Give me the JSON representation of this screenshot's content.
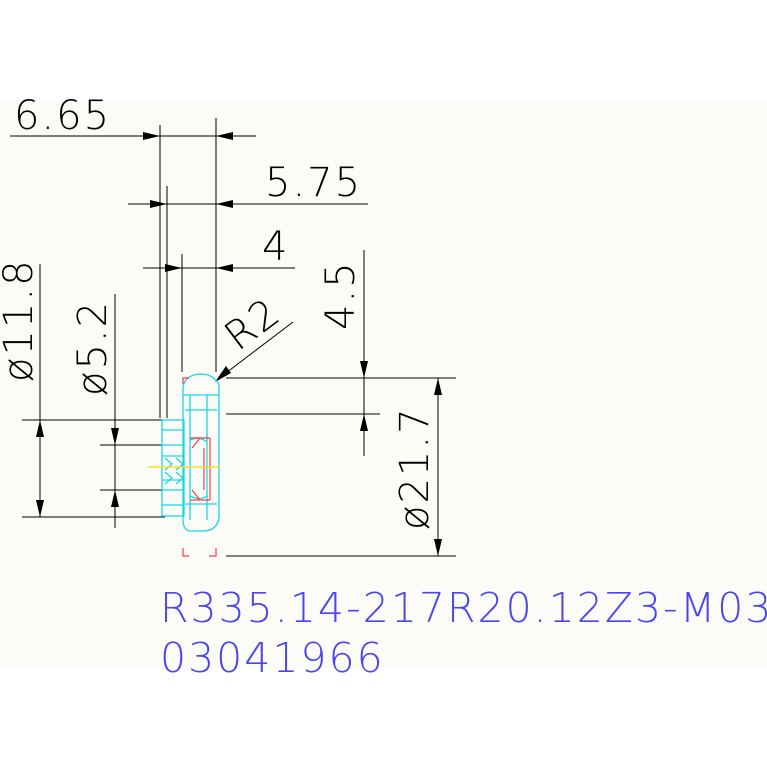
{
  "dimensions": {
    "width_top": "6.65",
    "width_mid": "5.75",
    "width_small": "4",
    "height_step": "4.5",
    "radius": "R2",
    "dia_outer_left": "ø11.8",
    "dia_inner_left": "ø5.2",
    "dia_right": "ø21.7"
  },
  "part": {
    "designation": "R335.14-217R20.12Z3-M03",
    "code": "03041966"
  },
  "colors": {
    "dimension": "#000000",
    "outline": "#19d6e8",
    "hidden": "#ff3b3b",
    "centerline": "#f2e02a",
    "text": "#4b45ee",
    "paper": "#fbfcf7"
  }
}
